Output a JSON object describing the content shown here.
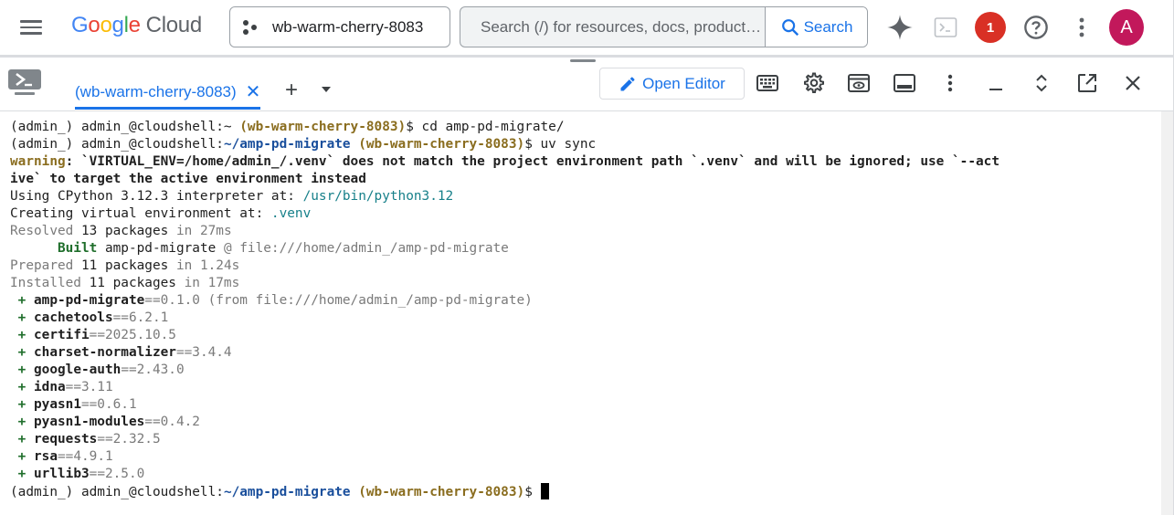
{
  "header": {
    "logo_google": [
      "G",
      "o",
      "o",
      "g",
      "l",
      "e"
    ],
    "logo_cloud": "Cloud",
    "project": "wb-warm-cherry-8083",
    "search_placeholder": "Search (/) for resources, docs, product…",
    "search_button": "Search",
    "notification_count": "1",
    "avatar_letter": "A"
  },
  "shell": {
    "tab_label": "(wb-warm-cherry-8083)",
    "tab_close": "✕",
    "tab_add": "+",
    "open_editor": "Open Editor"
  },
  "terminal": {
    "lines": [
      [
        {
          "t": "(admin_) admin_@cloudshell:~ ",
          "c": ""
        },
        {
          "t": "(wb-warm-cherry-8083)",
          "c": "c-proj"
        },
        {
          "t": "$ cd amp-pd-migrate/",
          "c": ""
        }
      ],
      [
        {
          "t": "(admin_) admin_@cloudshell:",
          "c": ""
        },
        {
          "t": "~/amp-pd-migrate",
          "c": "c-path"
        },
        {
          "t": " ",
          "c": ""
        },
        {
          "t": "(wb-warm-cherry-8083)",
          "c": "c-proj"
        },
        {
          "t": "$ uv sync",
          "c": ""
        }
      ],
      [
        {
          "t": "warning",
          "c": "c-warn"
        },
        {
          "t": ": `VIRTUAL_ENV=/home/admin_/.venv` does not match the project environment path `.venv` and will be ignored; use `--act",
          "c": "c-bold"
        }
      ],
      [
        {
          "t": "ive` to target the active environment instead",
          "c": "c-bold"
        }
      ],
      [
        {
          "t": "Using CPython 3.12.3 interpreter at: ",
          "c": ""
        },
        {
          "t": "/usr/bin/python3.12",
          "c": "c-cyan"
        }
      ],
      [
        {
          "t": "Creating virtual environment at: ",
          "c": ""
        },
        {
          "t": ".venv",
          "c": "c-cyan"
        }
      ],
      [
        {
          "t": "Resolved ",
          "c": "c-dim"
        },
        {
          "t": "13 packages",
          "c": ""
        },
        {
          "t": " in 27ms",
          "c": "c-dim"
        }
      ],
      [
        {
          "t": "      ",
          "c": ""
        },
        {
          "t": "Built",
          "c": "c-green"
        },
        {
          "t": " amp-pd-migrate",
          "c": ""
        },
        {
          "t": " @ file:///home/admin_/amp-pd-migrate",
          "c": "c-dim"
        }
      ],
      [
        {
          "t": "Prepared ",
          "c": "c-dim"
        },
        {
          "t": "11 packages",
          "c": ""
        },
        {
          "t": " in 1.24s",
          "c": "c-dim"
        }
      ],
      [
        {
          "t": "Installed ",
          "c": "c-dim"
        },
        {
          "t": "11 packages",
          "c": ""
        },
        {
          "t": " in 17ms",
          "c": "c-dim"
        }
      ],
      [
        {
          "t": " + ",
          "c": "c-green"
        },
        {
          "t": "amp-pd-migrate",
          "c": "c-bold"
        },
        {
          "t": "==0.1.0 (from file:///home/admin_/amp-pd-migrate)",
          "c": "c-dim"
        }
      ],
      [
        {
          "t": " + ",
          "c": "c-green"
        },
        {
          "t": "cachetools",
          "c": "c-bold"
        },
        {
          "t": "==6.2.1",
          "c": "c-dim"
        }
      ],
      [
        {
          "t": " + ",
          "c": "c-green"
        },
        {
          "t": "certifi",
          "c": "c-bold"
        },
        {
          "t": "==2025.10.5",
          "c": "c-dim"
        }
      ],
      [
        {
          "t": " + ",
          "c": "c-green"
        },
        {
          "t": "charset-normalizer",
          "c": "c-bold"
        },
        {
          "t": "==3.4.4",
          "c": "c-dim"
        }
      ],
      [
        {
          "t": " + ",
          "c": "c-green"
        },
        {
          "t": "google-auth",
          "c": "c-bold"
        },
        {
          "t": "==2.43.0",
          "c": "c-dim"
        }
      ],
      [
        {
          "t": " + ",
          "c": "c-green"
        },
        {
          "t": "idna",
          "c": "c-bold"
        },
        {
          "t": "==3.11",
          "c": "c-dim"
        }
      ],
      [
        {
          "t": " + ",
          "c": "c-green"
        },
        {
          "t": "pyasn1",
          "c": "c-bold"
        },
        {
          "t": "==0.6.1",
          "c": "c-dim"
        }
      ],
      [
        {
          "t": " + ",
          "c": "c-green"
        },
        {
          "t": "pyasn1-modules",
          "c": "c-bold"
        },
        {
          "t": "==0.4.2",
          "c": "c-dim"
        }
      ],
      [
        {
          "t": " + ",
          "c": "c-green"
        },
        {
          "t": "requests",
          "c": "c-bold"
        },
        {
          "t": "==2.32.5",
          "c": "c-dim"
        }
      ],
      [
        {
          "t": " + ",
          "c": "c-green"
        },
        {
          "t": "rsa",
          "c": "c-bold"
        },
        {
          "t": "==4.9.1",
          "c": "c-dim"
        }
      ],
      [
        {
          "t": " + ",
          "c": "c-green"
        },
        {
          "t": "urllib3",
          "c": "c-bold"
        },
        {
          "t": "==2.5.0",
          "c": "c-dim"
        }
      ],
      [
        {
          "t": "(admin_) admin_@cloudshell:",
          "c": ""
        },
        {
          "t": "~/amp-pd-migrate",
          "c": "c-path"
        },
        {
          "t": " ",
          "c": ""
        },
        {
          "t": "(wb-warm-cherry-8083)",
          "c": "c-proj"
        },
        {
          "t": "$ ",
          "c": ""
        }
      ]
    ]
  }
}
